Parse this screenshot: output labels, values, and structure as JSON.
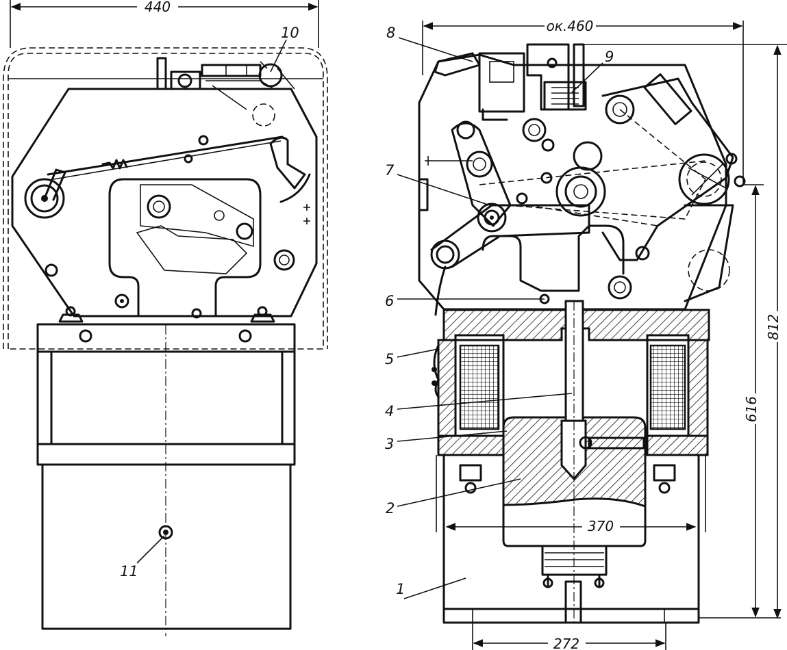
{
  "dimensions": {
    "left_width": "440",
    "right_width": "ок.460",
    "core_width": "370",
    "base_width": "272",
    "total_height": "812",
    "coil_height": "616"
  },
  "callouts": [
    "1",
    "2",
    "3",
    "4",
    "5",
    "6",
    "7",
    "8",
    "9",
    "10",
    "11"
  ],
  "colors": {
    "ink": "#111111",
    "paper": "#ffffff"
  }
}
